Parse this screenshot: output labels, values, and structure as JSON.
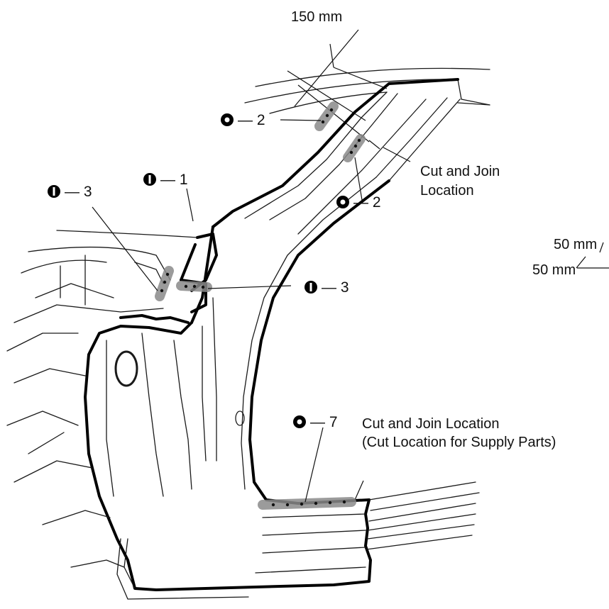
{
  "dimensions": {
    "top": "150 mm",
    "right_a": "50 mm",
    "right_b": "50 mm"
  },
  "cut_join_upper": {
    "line1": "Cut and Join",
    "line2": "Location"
  },
  "cut_join_lower": {
    "line1": "Cut and Join Location",
    "line2": "(Cut Location for Supply Parts)"
  },
  "callouts": {
    "pillar_upper_left": {
      "symbol": "spot-weld-icon",
      "text": "— 2"
    },
    "pillar_upper_right": {
      "symbol": "spot-weld-icon",
      "text": "— 2"
    },
    "panel_top": {
      "symbol": "plug-weld-icon",
      "text": "— 1"
    },
    "panel_left": {
      "symbol": "plug-weld-icon",
      "text": "— 3"
    },
    "panel_right": {
      "symbol": "plug-weld-icon",
      "text": "— 3"
    },
    "sill": {
      "symbol": "spot-weld-icon",
      "text": "— 7"
    }
  }
}
